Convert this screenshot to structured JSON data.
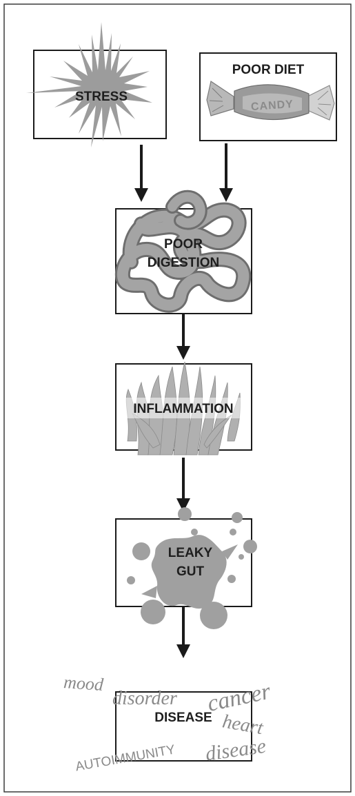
{
  "diagram": {
    "nodes": {
      "stress": {
        "label": "STRESS",
        "icon": "starburst-icon"
      },
      "poor_diet": {
        "label": "POOR DIET",
        "candy_text": "CANDY",
        "icon": "wrapped-candy-icon"
      },
      "poor_digestion": {
        "line1": "POOR",
        "line2": "DIGESTION",
        "icon": "tangled-intestine-icon"
      },
      "inflammation": {
        "label": "INFLAMMATION",
        "icon": "flames-icon"
      },
      "leaky_gut": {
        "line1": "LEAKY",
        "line2": "GUT",
        "icon": "splatter-icon"
      },
      "disease": {
        "label": "DISEASE"
      }
    },
    "disease_words": {
      "mood": "mood",
      "disorder": "disorder",
      "cancer": "cancer",
      "heart": "heart",
      "disease_cursive": "disease",
      "autoimmunity": "AUTOIMMUNITY"
    },
    "edges": [
      {
        "from": "stress",
        "to": "poor_digestion"
      },
      {
        "from": "poor_diet",
        "to": "poor_digestion"
      },
      {
        "from": "poor_digestion",
        "to": "inflammation"
      },
      {
        "from": "inflammation",
        "to": "leaky_gut"
      },
      {
        "from": "leaky_gut",
        "to": "disease"
      }
    ],
    "colors": {
      "icon_grey": "#9c9c9c",
      "icon_dark": "#6e6e6e",
      "box_stroke": "#1a1a1a",
      "text": "#1e1e1e"
    }
  }
}
